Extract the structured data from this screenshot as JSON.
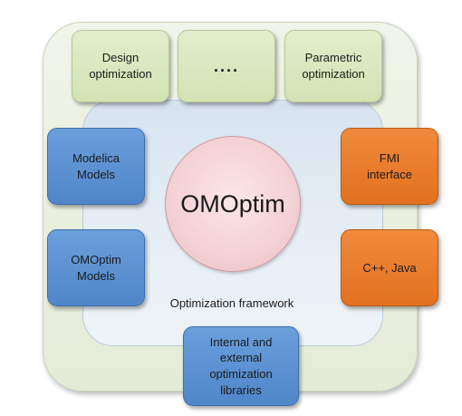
{
  "core": {
    "label": "OMOptim"
  },
  "framework": {
    "label": "Optimization framework"
  },
  "top_row": [
    {
      "lines": [
        "Design",
        "optimization"
      ]
    },
    {
      "lines": [
        "...."
      ]
    },
    {
      "lines": [
        "Parametric",
        "optimization"
      ]
    }
  ],
  "left_column": [
    {
      "lines": [
        "Modelica",
        "Models"
      ]
    },
    {
      "lines": [
        "OMOptim",
        "Models"
      ]
    }
  ],
  "right_column": [
    {
      "lines": [
        "FMI",
        "interface"
      ]
    },
    {
      "lines": [
        "C++, Java"
      ]
    }
  ],
  "bottom": {
    "lines": [
      "Internal and",
      "external",
      "optimization",
      "libraries"
    ]
  },
  "colors": {
    "green_box": "#d9e6be",
    "blue_box": "#5b91d1",
    "orange_box": "#e77a2a",
    "core_circle": "#f3d1d5",
    "outer_frame": "#edf2e5",
    "inner_frame": "#e1eaf2"
  }
}
